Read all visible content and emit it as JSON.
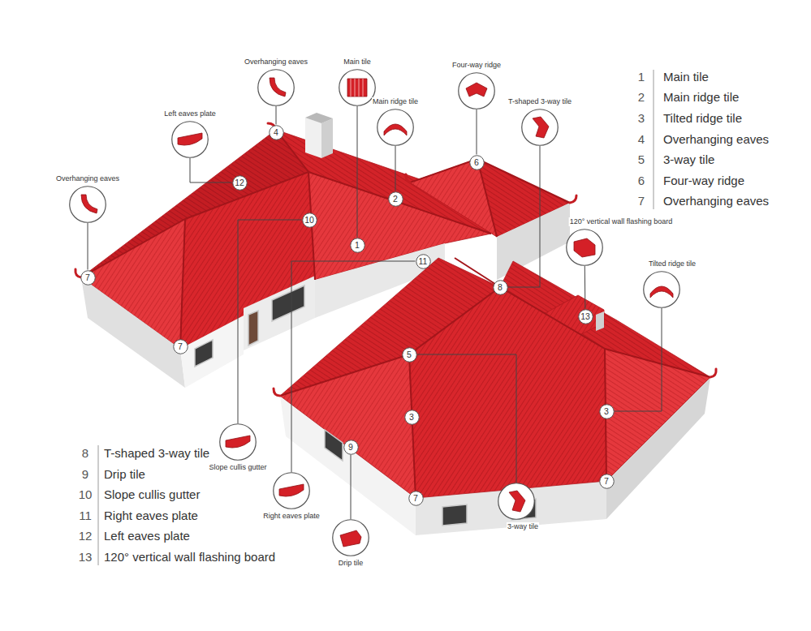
{
  "diagram": {
    "nodes": [
      {
        "text": [
          "Overhanging eaves"
        ]
      },
      {
        "text": [
          "Main tile"
        ]
      },
      {
        "text": [
          "Four-way ridge"
        ]
      },
      {
        "text": [
          "Main ridge tile"
        ]
      },
      {
        "text": [
          "T-shaped 3-way tile"
        ]
      },
      {
        "text": [
          "Left eaves plate"
        ]
      },
      {
        "text": [
          "4"
        ]
      },
      {
        "text": [
          "Overhanging eaves"
        ]
      },
      {
        "text": [
          "6"
        ]
      },
      {
        "text": [
          "12"
        ]
      },
      {
        "text": [
          "2"
        ]
      },
      {
        "text": [
          "120° vertical wall flashing board"
        ]
      },
      {
        "text": [
          "10"
        ]
      },
      {
        "text": [
          "1"
        ]
      },
      {
        "text": [
          "11"
        ]
      },
      {
        "text": [
          "Tilted ridge tile"
        ]
      },
      {
        "text": [
          "7"
        ]
      },
      {
        "text": [
          "8"
        ]
      },
      {
        "text": [
          "13"
        ]
      },
      {
        "text": [
          "7"
        ]
      },
      {
        "text": [
          "5"
        ]
      },
      {
        "text": [
          "3"
        ]
      },
      {
        "text": [
          "3"
        ]
      },
      {
        "text": [
          "Slope cullis gutter"
        ]
      },
      {
        "text": [
          "9"
        ]
      },
      {
        "text": [
          "Right eaves plate"
        ]
      },
      {
        "text": [
          "7"
        ]
      },
      {
        "text": [
          "7"
        ]
      },
      {
        "text": [
          "3-way tile"
        ]
      },
      {
        "text": [
          "Drip tile"
        ]
      }
    ],
    "edges": [
      {
        "from": 6,
        "to": 0,
        "arrow": "none"
      },
      {
        "from": 13,
        "to": 1,
        "arrow": "none"
      },
      {
        "from": 8,
        "to": 2,
        "arrow": "none"
      },
      {
        "from": 10,
        "to": 3,
        "arrow": "none"
      },
      {
        "from": 17,
        "to": 4,
        "arrow": "none"
      },
      {
        "from": 9,
        "to": 5,
        "arrow": "none"
      },
      {
        "from": 16,
        "to": 7,
        "arrow": "none"
      },
      {
        "from": 18,
        "to": 11,
        "arrow": "none"
      },
      {
        "from": 21,
        "to": 15,
        "arrow": "none"
      },
      {
        "from": 12,
        "to": 23,
        "arrow": "none"
      },
      {
        "from": 14,
        "to": 25,
        "arrow": "none"
      },
      {
        "from": 24,
        "to": 29,
        "arrow": "none"
      },
      {
        "from": 20,
        "to": 28,
        "arrow": "none"
      }
    ],
    "labels": [
      "1",
      "Main tile",
      "2",
      "Main ridge tile",
      "3",
      "Tilted ridge tile",
      "4",
      "Overhanging eaves",
      "5",
      "3-way tile",
      "6",
      "Four-way ridge",
      "7",
      "Overhanging eaves",
      "8",
      "T-shaped 3-way tile",
      "9",
      "Drip tile",
      "10",
      "Slope cullis gutter",
      "11",
      "Right eaves plate",
      "12",
      "Left eaves plate",
      "13",
      "120° vertical wall flashing board"
    ]
  }
}
